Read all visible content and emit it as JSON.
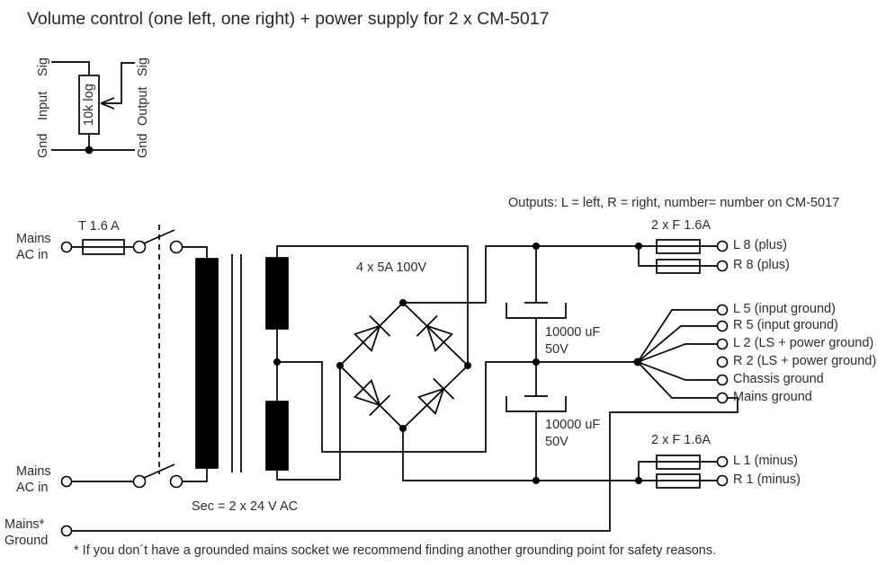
{
  "title": "Volume control (one left, one right) + power supply for 2 x CM-5017",
  "attenuator": {
    "value": "10k log",
    "left": {
      "top": "Sig",
      "mid": "Input",
      "bottom": "Gnd"
    },
    "right": {
      "top": "Sig",
      "mid": "Output",
      "bottom": "Gnd"
    }
  },
  "labels": {
    "outputs_note": "Outputs: L = left, R = right, number= number on CM-5017",
    "mains_fuse": "T 1.6 A",
    "bridge": "4 x 5A 100V",
    "cap1": {
      "line1": "10000 uF",
      "line2": "50V"
    },
    "cap2": {
      "line1": "10000 uF",
      "line2": "50V"
    },
    "fuses_plus": "2 x F 1.6A",
    "fuses_minus": "2 x F 1.6A",
    "sec": "Sec = 2 x 24 V AC"
  },
  "inputs": {
    "mains_top": {
      "line1": "Mains",
      "line2": "AC in"
    },
    "mains_bottom": {
      "line1": "Mains",
      "line2": "AC in"
    },
    "mains_ground": {
      "line1": "Mains*",
      "line2": "Ground"
    }
  },
  "outputs": [
    {
      "label": "L 8 (plus)"
    },
    {
      "label": "R 8 (plus)"
    },
    {
      "label": "L 5 (input ground)"
    },
    {
      "label": "R 5 (input ground)"
    },
    {
      "label": "L 2 (LS + power ground)"
    },
    {
      "label": "R 2 (LS + power ground)"
    },
    {
      "label": "Chassis ground"
    },
    {
      "label": "Mains ground"
    },
    {
      "label": "L 1 (minus)"
    },
    {
      "label": "R 1 (minus)"
    }
  ],
  "footnote": "* If you don´t have a grounded mains socket we recommend finding another grounding point for safety reasons.",
  "colors": {
    "line": "#000000",
    "text": "#2a2e33",
    "background": "#ffffff"
  }
}
